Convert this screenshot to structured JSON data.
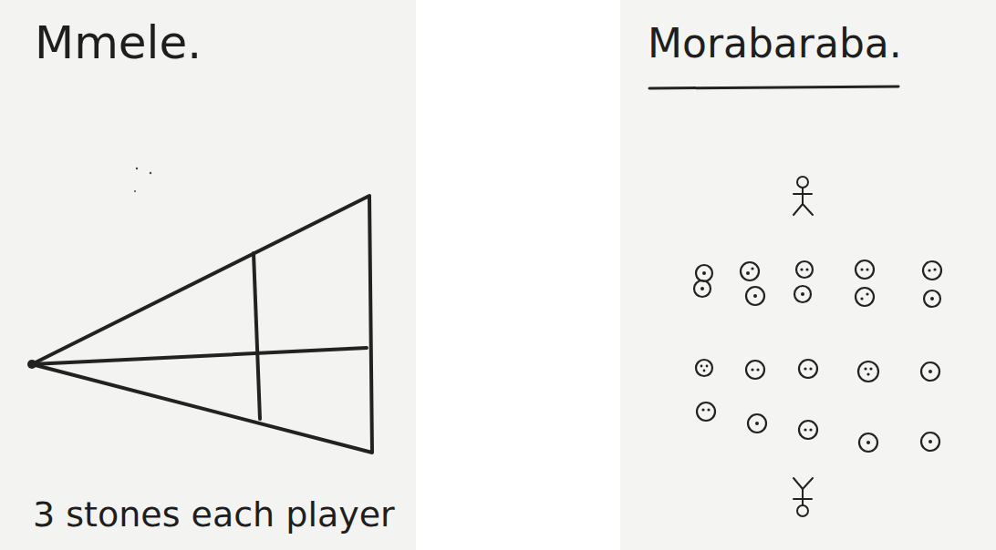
{
  "diagram": {
    "labels": [
      "Mmele.",
      "Morabaraba.",
      "3 stones each player"
    ]
  }
}
